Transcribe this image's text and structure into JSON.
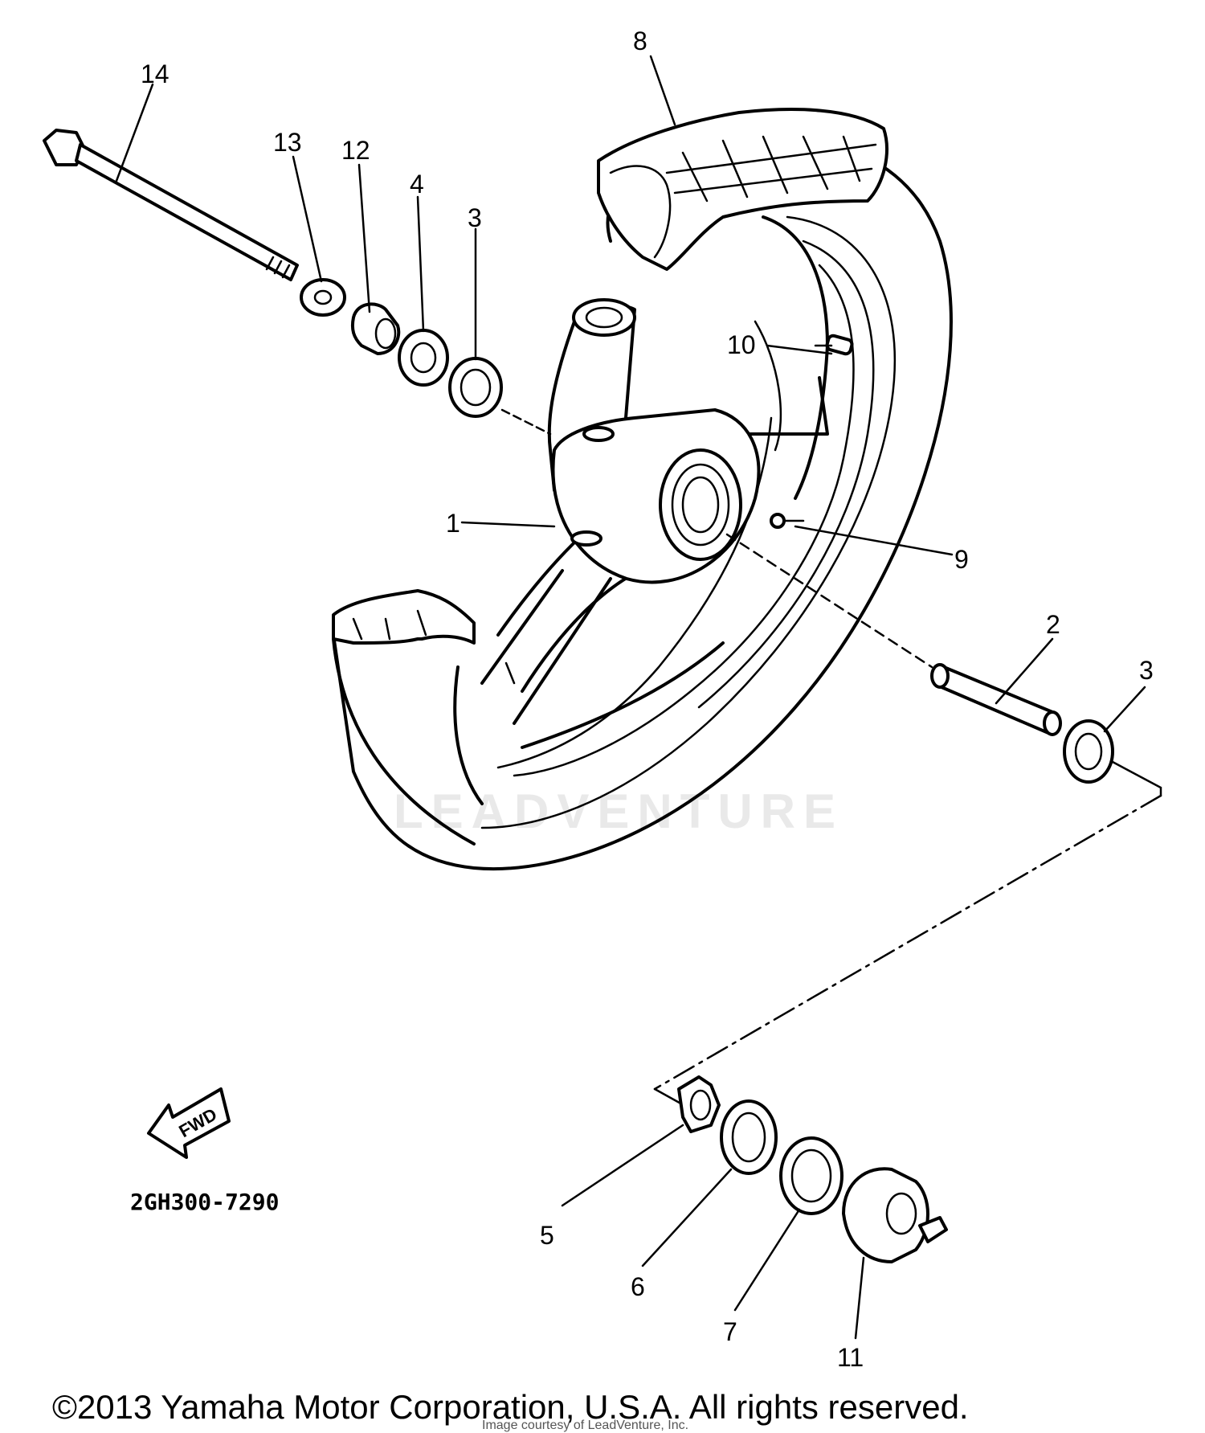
{
  "diagram": {
    "part_code": "2GH300-7290",
    "direction_label": "FWD",
    "watermark": "LEADVENTURE",
    "copyright": "©2013 Yamaha Motor Corporation, U.S.A. All rights reserved.",
    "image_credit": "Image courtesy of LeadVenture, Inc.",
    "callouts": [
      {
        "id": "1",
        "label": "1"
      },
      {
        "id": "2",
        "label": "2"
      },
      {
        "id": "3a",
        "label": "3"
      },
      {
        "id": "3b",
        "label": "3"
      },
      {
        "id": "4",
        "label": "4"
      },
      {
        "id": "5",
        "label": "5"
      },
      {
        "id": "6",
        "label": "6"
      },
      {
        "id": "7",
        "label": "7"
      },
      {
        "id": "8",
        "label": "8"
      },
      {
        "id": "9",
        "label": "9"
      },
      {
        "id": "10",
        "label": "10"
      },
      {
        "id": "11",
        "label": "11"
      },
      {
        "id": "12",
        "label": "12"
      },
      {
        "id": "13",
        "label": "13"
      },
      {
        "id": "14",
        "label": "14"
      }
    ]
  }
}
